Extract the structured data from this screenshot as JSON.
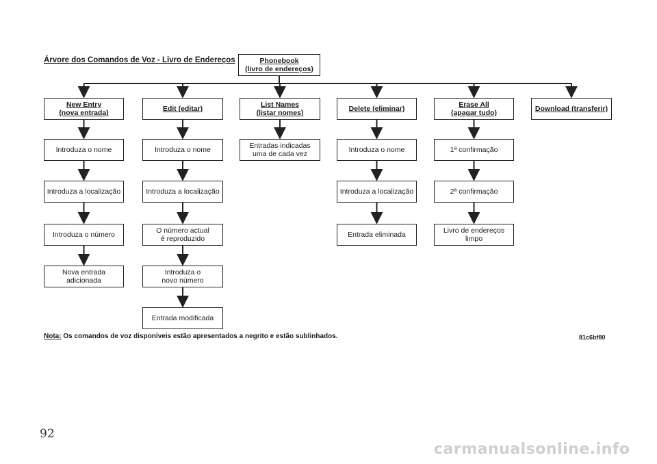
{
  "title": "Árvore dos Comandos de Voz - Livro de Endereços",
  "root": {
    "line1": "Phonebook",
    "line2": "(livro de endereços)"
  },
  "columns": [
    {
      "command": [
        "New Entry",
        "(nova entrada)"
      ],
      "steps": [
        [
          "Introduza o nome"
        ],
        [
          "Introduza a localização"
        ],
        [
          "Introduza o número"
        ],
        [
          "Nova entrada",
          "adicionada"
        ]
      ]
    },
    {
      "command": [
        "Edit (editar)"
      ],
      "steps": [
        [
          "Introduza o nome"
        ],
        [
          "Introduza a localização"
        ],
        [
          "O número actual",
          "é reproduzido"
        ],
        [
          "Introduza o",
          "novo número"
        ],
        [
          "Entrada modificada"
        ]
      ]
    },
    {
      "command": [
        "List Names",
        "(listar nomes)"
      ],
      "steps": [
        [
          "Entradas indicadas",
          "uma de cada vez"
        ]
      ]
    },
    {
      "command": [
        "Delete (eliminar)"
      ],
      "steps": [
        [
          "Introduza o nome"
        ],
        [
          "Introduza a localização"
        ],
        [
          "Entrada eliminada"
        ]
      ]
    },
    {
      "command": [
        "Erase All",
        "(apagar tudo)"
      ],
      "steps": [
        [
          "1ª confirmação"
        ],
        [
          "2ª confirmação"
        ],
        [
          "Livro de endereços",
          "limpo"
        ]
      ]
    },
    {
      "command": [
        "Download (transferir)"
      ],
      "steps": []
    }
  ],
  "note": {
    "label": "Nota:",
    "text": " Os comandos de voz disponíveis estão apresentados a negrito e estão sublinhados."
  },
  "figure_code": "81c6bf80",
  "page_number": "92",
  "watermark": "carmanualsonline.info"
}
